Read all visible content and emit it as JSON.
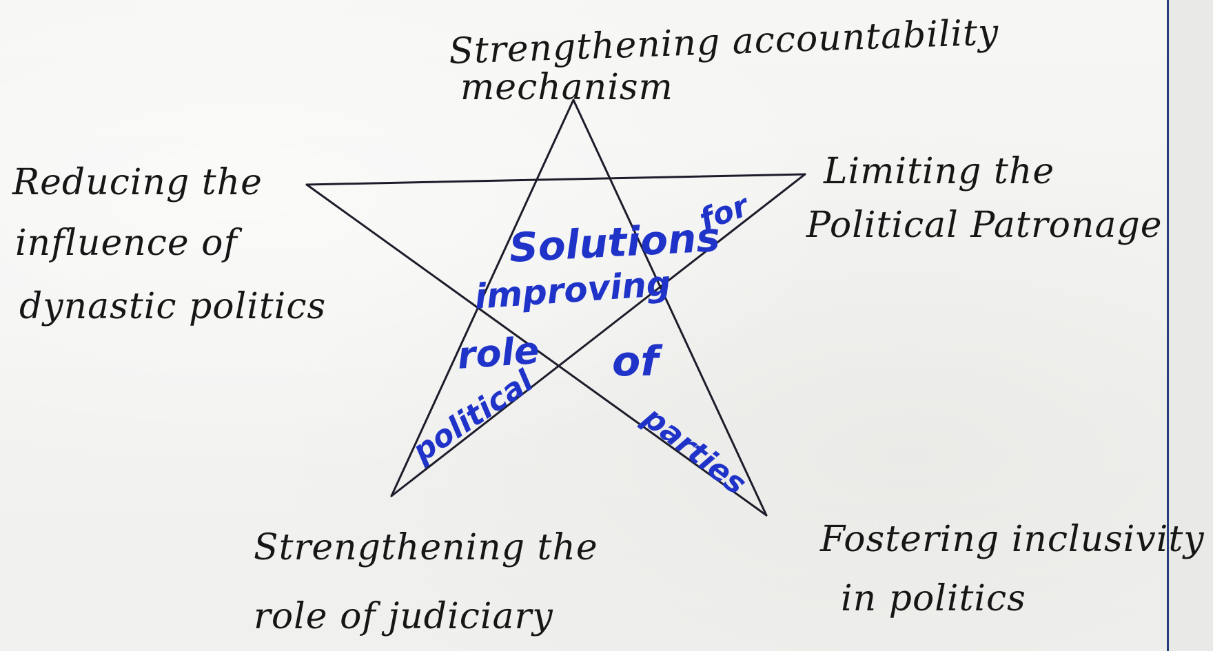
{
  "diagram": {
    "center_lines": [
      "Solutions",
      "for",
      "improving",
      "role",
      "of",
      "political",
      "parties"
    ],
    "points": {
      "top": {
        "lines": [
          "Strengthening accountability",
          "mechanism"
        ]
      },
      "upper_left": {
        "lines": [
          "Reducing the",
          "influence of",
          "dynastic politics"
        ]
      },
      "upper_right": {
        "lines": [
          "Limiting the",
          "Political Patronage"
        ]
      },
      "lower_left": {
        "lines": [
          "Strengthening the",
          "role of judiciary"
        ]
      },
      "lower_right": {
        "lines": [
          "Fostering inclusivity",
          "in politics"
        ]
      }
    }
  },
  "colors": {
    "ink": "#161616",
    "accent": "#1f33c9",
    "margin_rule": "#2a3b7a"
  }
}
